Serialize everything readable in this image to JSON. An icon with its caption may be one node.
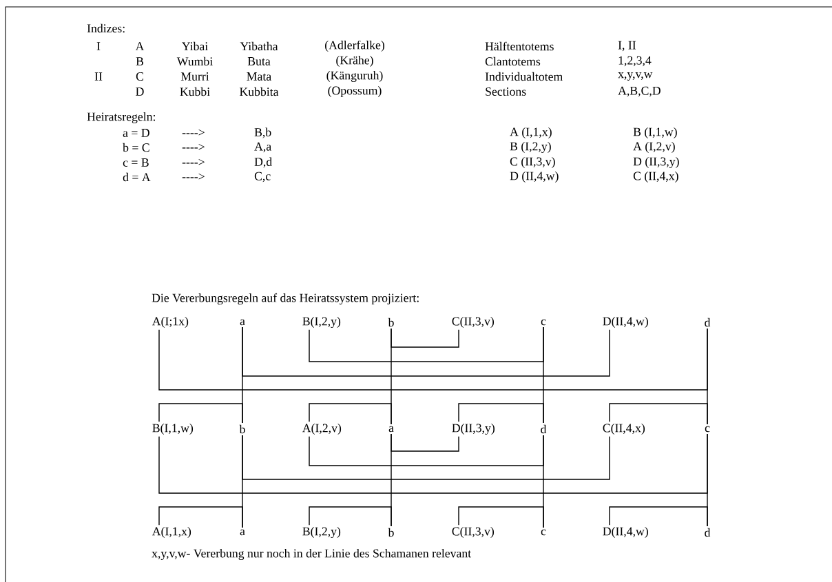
{
  "diagram": {
    "nodes": [
      {
        "text": [
          "A(I;1x)"
        ]
      },
      {
        "text": [
          "a"
        ]
      },
      {
        "text": [
          "B(I,2,y)"
        ]
      },
      {
        "text": [
          "b"
        ]
      },
      {
        "text": [
          "C(II,3,v)"
        ]
      },
      {
        "text": [
          "c"
        ]
      },
      {
        "text": [
          "D(II,4,w)"
        ]
      },
      {
        "text": [
          "d"
        ]
      },
      {
        "text": [
          "B(I,1,w)"
        ]
      },
      {
        "text": [
          "b"
        ]
      },
      {
        "text": [
          "A(I,2,v)"
        ]
      },
      {
        "text": [
          "a"
        ]
      },
      {
        "text": [
          "D(II,3,y)"
        ]
      },
      {
        "text": [
          "d"
        ]
      },
      {
        "text": [
          "C(II,4,x)"
        ]
      },
      {
        "text": [
          "c"
        ]
      },
      {
        "text": [
          "A(I,1,x)"
        ]
      },
      {
        "text": [
          "a"
        ]
      },
      {
        "text": [
          "B(I,2,y)"
        ]
      },
      {
        "text": [
          "b"
        ]
      },
      {
        "text": [
          "C(II,3,v)"
        ]
      },
      {
        "text": [
          "c"
        ]
      },
      {
        "text": [
          "D(II,4,w)"
        ]
      },
      {
        "text": [
          "d"
        ]
      }
    ],
    "edges": [
      {
        "from": 1,
        "to": 9,
        "arrow": "none"
      },
      {
        "from": 3,
        "to": 11,
        "arrow": "none"
      },
      {
        "from": 5,
        "to": 13,
        "arrow": "none"
      },
      {
        "from": 7,
        "to": 15,
        "arrow": "none"
      },
      {
        "from": 4,
        "to": 3,
        "arrow": "none"
      },
      {
        "from": 2,
        "to": 5,
        "arrow": "none"
      },
      {
        "from": 6,
        "to": 1,
        "arrow": "none"
      },
      {
        "from": 0,
        "to": 7,
        "arrow": "none"
      },
      {
        "from": 8,
        "to": 9,
        "arrow": "none"
      },
      {
        "from": 10,
        "to": 11,
        "arrow": "none"
      },
      {
        "from": 12,
        "to": 13,
        "arrow": "none"
      },
      {
        "from": 14,
        "to": 15,
        "arrow": "none"
      },
      {
        "from": 9,
        "to": 17,
        "arrow": "none"
      },
      {
        "from": 11,
        "to": 19,
        "arrow": "none"
      },
      {
        "from": 13,
        "to": 21,
        "arrow": "none"
      },
      {
        "from": 15,
        "to": 23,
        "arrow": "none"
      },
      {
        "from": 12,
        "to": 11,
        "arrow": "none"
      },
      {
        "from": 10,
        "to": 13,
        "arrow": "none"
      },
      {
        "from": 14,
        "to": 9,
        "arrow": "none"
      },
      {
        "from": 8,
        "to": 15,
        "arrow": "none"
      },
      {
        "from": 16,
        "to": 17,
        "arrow": "none"
      },
      {
        "from": 18,
        "to": 19,
        "arrow": "none"
      },
      {
        "from": 20,
        "to": 21,
        "arrow": "none"
      },
      {
        "from": 22,
        "to": 23,
        "arrow": "none"
      }
    ],
    "labels": [
      "Indizes:",
      "I",
      "A",
      "Yibai",
      "Yibatha",
      "(Adlerfalke)",
      "Hälftentotems",
      "I, II",
      "B",
      "Wumbi",
      "Buta",
      "(Krähe)",
      "Clantotems",
      "1,2,3,4",
      "II",
      "C",
      "Murri",
      "Mata",
      "(Känguruh)",
      "Individualtotem",
      "x,y,v,w",
      "D",
      "Kubbi",
      "Kubbita",
      "(Opossum)",
      "Sections",
      "A,B,C,D",
      "Heiratsregeln:",
      "a = D",
      "---->",
      "B,b",
      "A (I,1,x)",
      "B (I,1,w)",
      "b = C",
      "---->",
      "A,a",
      "B (I,2,y)",
      "A (I,2,v)",
      "c = B",
      "---->",
      "D,d",
      "C (II,3,v)",
      "D (II,3,y)",
      "d = A",
      "---->",
      "C,c",
      "D (II,4,w)",
      "C (II,4,x)",
      "Die Vererbungsregeln auf das Heiratssystem projiziert:",
      "x,y,v,w- Vererbung nur noch in der Linie des Schamanen relevant"
    ]
  }
}
